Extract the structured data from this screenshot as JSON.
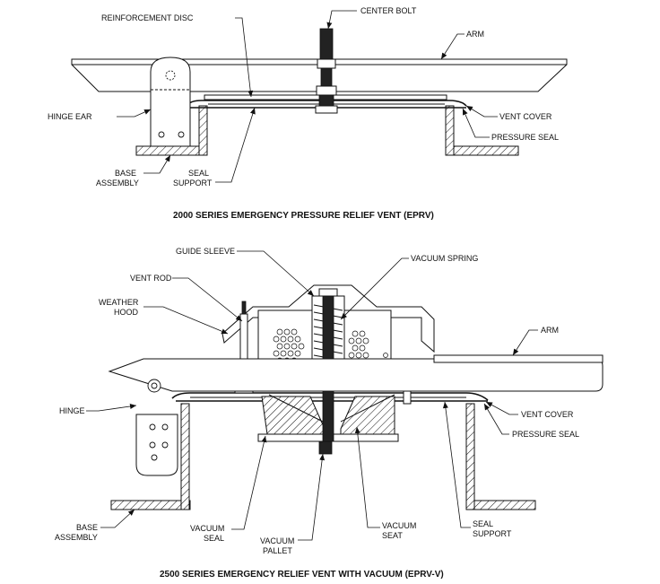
{
  "top_diagram": {
    "caption": "2000 SERIES EMERGENCY PRESSURE RELIEF VENT (EPRV)",
    "labels": {
      "center_bolt": "CENTER BOLT",
      "reinforcement_disc": "REINFORCEMENT DISC",
      "arm": "ARM",
      "hinge_ear": "HINGE EAR",
      "vent_cover": "VENT COVER",
      "pressure_seal": "PRESSURE SEAL",
      "base_assembly_1": "BASE",
      "base_assembly_2": "ASSEMBLY",
      "seal_support_1": "SEAL",
      "seal_support_2": "SUPPORT"
    }
  },
  "bottom_diagram": {
    "caption": "2500 SERIES EMERGENCY RELIEF VENT WITH VACUUM (EPRV-V)",
    "labels": {
      "guide_sleeve": "GUIDE SLEEVE",
      "vacuum_spring": "VACUUM SPRING",
      "vent_rod": "VENT ROD",
      "weather_hood_1": "WEATHER",
      "weather_hood_2": "HOOD",
      "arm": "ARM",
      "hinge": "HINGE",
      "vent_cover": "VENT COVER",
      "pressure_seal": "PRESSURE SEAL",
      "base_assembly_1": "BASE",
      "base_assembly_2": "ASSEMBLY",
      "vacuum_seal_1": "VACUUM",
      "vacuum_seal_2": "SEAL",
      "vacuum_pallet_1": "VACUUM",
      "vacuum_pallet_2": "PALLET",
      "vacuum_seat_1": "VACUUM",
      "vacuum_seat_2": "SEAT",
      "seal_support_1": "SEAL",
      "seal_support_2": "SUPPORT"
    }
  }
}
